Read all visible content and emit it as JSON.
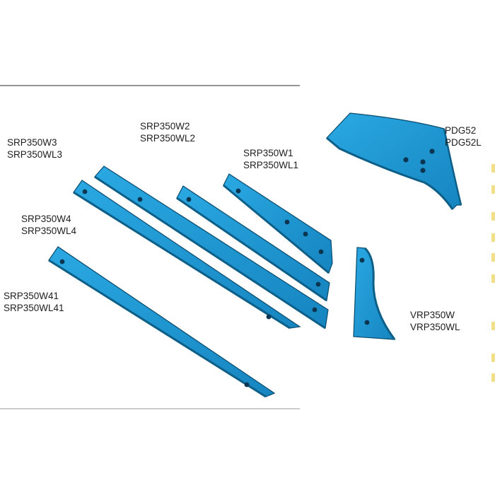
{
  "colors": {
    "blade_fill": "#1c9ad6",
    "blade_dark": "#0d5f88",
    "blade_edge": "#0a4a6b",
    "hole": "#0b3550",
    "rule": "#555555",
    "accent_bar": "#f2df8a"
  },
  "parts": [
    {
      "id": "srp350w3",
      "codes": [
        "SRP350W3",
        "SRP350WL3"
      ]
    },
    {
      "id": "srp350w2",
      "codes": [
        "SRP350W2",
        "SRP350WL2"
      ]
    },
    {
      "id": "srp350w1",
      "codes": [
        "SRP350W1",
        "SRP350WL1"
      ]
    },
    {
      "id": "pdg52",
      "codes": [
        "PDG52",
        "PDG52L"
      ]
    },
    {
      "id": "srp350w4",
      "codes": [
        "SRP350W4",
        "SRP350WL4"
      ]
    },
    {
      "id": "srp350w41",
      "codes": [
        "SRP350W41",
        "SRP350WL41"
      ]
    },
    {
      "id": "vrp350w",
      "codes": [
        "VRP350W",
        "VRP350WL"
      ]
    }
  ]
}
